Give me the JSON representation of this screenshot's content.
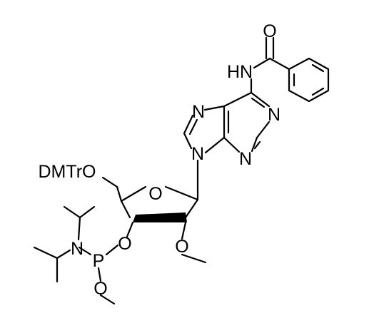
{
  "atoms": {
    "o_carbonyl": "O",
    "hn": "HN",
    "n_top": "N",
    "n_right": "N",
    "n_bottom": "N",
    "n9": "N",
    "dmtro": "DMTrO",
    "o_ring": "O",
    "o_3prime": "O",
    "o_2prime": "O",
    "n_amine": "N",
    "p": "P",
    "o_phosphite": "O"
  },
  "colors": {
    "ink": "#000000",
    "background": "#ffffff"
  }
}
